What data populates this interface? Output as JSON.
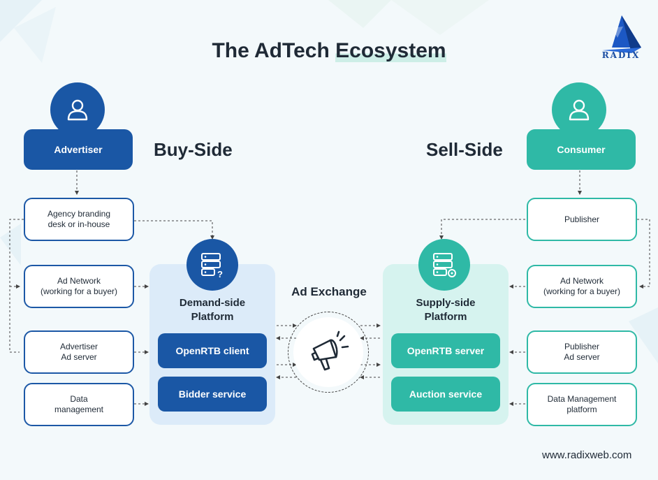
{
  "title": {
    "prefix": "The AdTech",
    "highlight": "Ecosystem"
  },
  "logo": {
    "text": "RADIX"
  },
  "buy_side": {
    "label": "Buy-Side",
    "role": "Advertiser",
    "boxes": [
      "Agency branding\ndesk or in-house",
      "Ad Network\n(working for a buyer)",
      "Advertiser\nAd server",
      "Data\nmanagement"
    ],
    "platform": {
      "title": "Demand-side\nPlatform",
      "items": [
        "OpenRTB client",
        "Bidder service"
      ]
    }
  },
  "sell_side": {
    "label": "Sell-Side",
    "role": "Consumer",
    "boxes": [
      "Publisher",
      "Ad Network\n(working for a buyer)",
      "Publisher\nAd server",
      "Data Management\nplatform"
    ],
    "platform": {
      "title": "Supply-side\nPlatform",
      "items": [
        "OpenRTB server",
        "Auction service"
      ]
    }
  },
  "exchange": {
    "label": "Ad Exchange",
    "icon": "megaphone-icon"
  },
  "footer": {
    "url": "www.radixweb.com"
  },
  "colors": {
    "buy": "#1a57a5",
    "sell": "#2fb9a6",
    "buy_panel": "#dcebf9",
    "sell_panel": "#d6f3ef"
  }
}
